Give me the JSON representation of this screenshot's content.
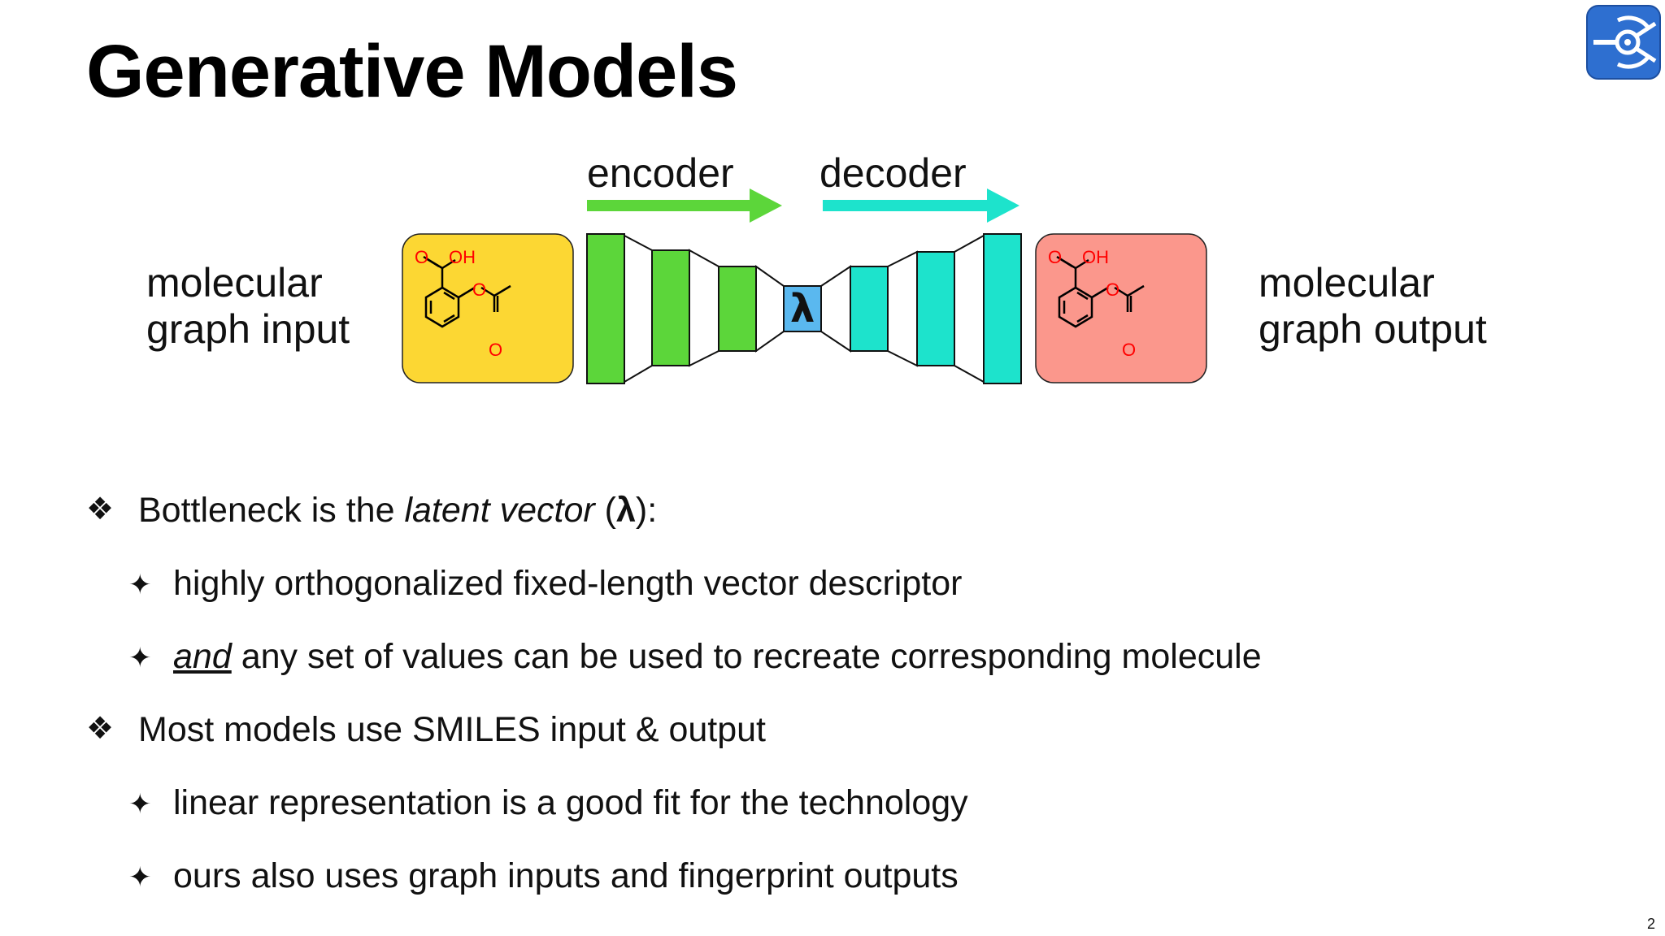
{
  "slide": {
    "title": "Generative Models",
    "page_number": "2",
    "logo_icon": "target-compass-icon",
    "logo_color": "#2e6fd0"
  },
  "diagram": {
    "encoder_label": "encoder",
    "decoder_label": "decoder",
    "latent_symbol": "λ",
    "input_label_line1": "molecular",
    "input_label_line2": "graph input",
    "output_label_line1": "molecular",
    "output_label_line2": "graph output",
    "molecule_oh_label": "OH",
    "molecule_o_label": "O",
    "colors": {
      "encoder": "#5cd63a",
      "decoder": "#1de3cc",
      "latent": "#5ab8ef",
      "input_box": "#fcd733",
      "output_box": "#fb978c",
      "molecule_bonds": "#000000",
      "molecule_atoms": "#ff0000"
    }
  },
  "bullets": [
    {
      "level": 1,
      "symbol": "❖",
      "segments": [
        {
          "text": "Bottleneck is the "
        },
        {
          "text": "latent vector",
          "style": "italic"
        },
        {
          "text": " ("
        },
        {
          "text": "λ",
          "style": "bold"
        },
        {
          "text": "):"
        }
      ]
    },
    {
      "level": 2,
      "symbol": "✦",
      "segments": [
        {
          "text": "highly orthogonalized fixed-length vector descriptor"
        }
      ]
    },
    {
      "level": 2,
      "symbol": "✦",
      "segments": [
        {
          "text": "and",
          "style": "italic-underline"
        },
        {
          "text": " any set of values can be used to recreate corresponding molecule"
        }
      ]
    },
    {
      "level": 1,
      "symbol": "❖",
      "segments": [
        {
          "text": "Most models use SMILES input & output"
        }
      ]
    },
    {
      "level": 2,
      "symbol": "✦",
      "segments": [
        {
          "text": "linear representation is a good fit for the technology"
        }
      ]
    },
    {
      "level": 2,
      "symbol": "✦",
      "segments": [
        {
          "text": "ours also uses graph inputs and fingerprint outputs"
        }
      ]
    }
  ]
}
